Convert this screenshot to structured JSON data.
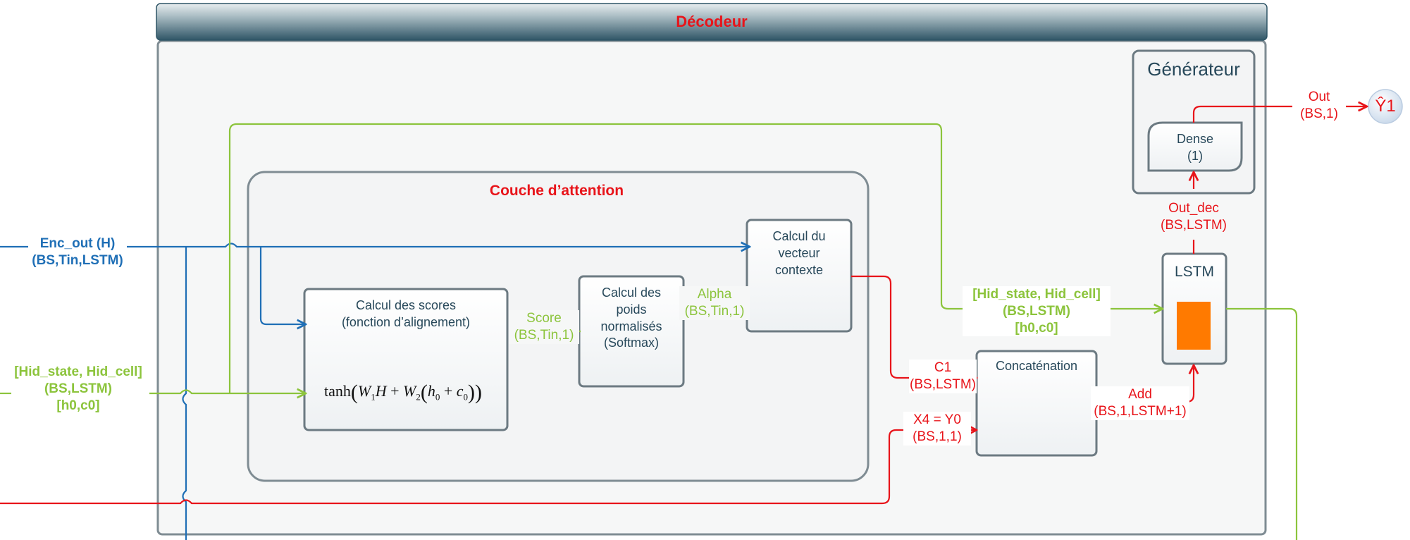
{
  "diagram": {
    "title": "Décodeur",
    "attention_title": "Couche d’attention",
    "generator_title": "Générateur",
    "inputs": {
      "enc_out": {
        "name": "Enc_out (H)",
        "shape": "(BS,Tin,LSTM)"
      },
      "hidden": {
        "name": "[Hid_state, Hid_cell]",
        "shape": "(BS,LSTM)",
        "init": "[h0,c0]"
      }
    },
    "boxes": {
      "scores": {
        "line1": "Calcul des scores",
        "line2": "(fonction d’alignement)"
      },
      "softmax": {
        "line1": "Calcul des",
        "line2": "poids",
        "line3": "normalisés",
        "line4": "(Softmax)"
      },
      "context": {
        "line1": "Calcul du",
        "line2": "vecteur",
        "line3": "contexte"
      },
      "concat": {
        "title": "Concaténation"
      },
      "lstm": {
        "title": "LSTM"
      },
      "dense": {
        "line1": "Dense",
        "line2": "(1)"
      }
    },
    "formula": {
      "fn": "tanh",
      "w1": "W",
      "w1_sub": "1",
      "h": "H",
      "w2": "W",
      "w2_sub": "2",
      "h0": "h",
      "h0_sub": "0",
      "c0": "c",
      "c0_sub": "0"
    },
    "edge_labels": {
      "score": {
        "name": "Score",
        "shape": "(BS,Tin,1)"
      },
      "alpha": {
        "name": "Alpha",
        "shape": "(BS,Tin,1)"
      },
      "hidden_to_lstm": {
        "name": "[Hid_state, Hid_cell]",
        "shape": "(BS,LSTM)",
        "init": "[h0,c0]"
      },
      "c1": {
        "name": "C1",
        "shape": "(BS,LSTM)"
      },
      "x4": {
        "name": "X4 = Y0",
        "shape": "(BS,1,1)"
      },
      "add": {
        "name": "Add",
        "shape": "(BS,1,LSTM+1)"
      },
      "out_dec": {
        "name": "Out_dec",
        "shape": "(BS,LSTM)"
      },
      "out": {
        "name": "Out",
        "shape": "(BS,1)"
      }
    },
    "output_node": "Ŷ1",
    "colors": {
      "red": "#e8141a",
      "blue": "#1f6fb6",
      "green": "#8cc43c",
      "title_bar": "#2f5566",
      "lstm_fill": "#ff7a00"
    }
  }
}
